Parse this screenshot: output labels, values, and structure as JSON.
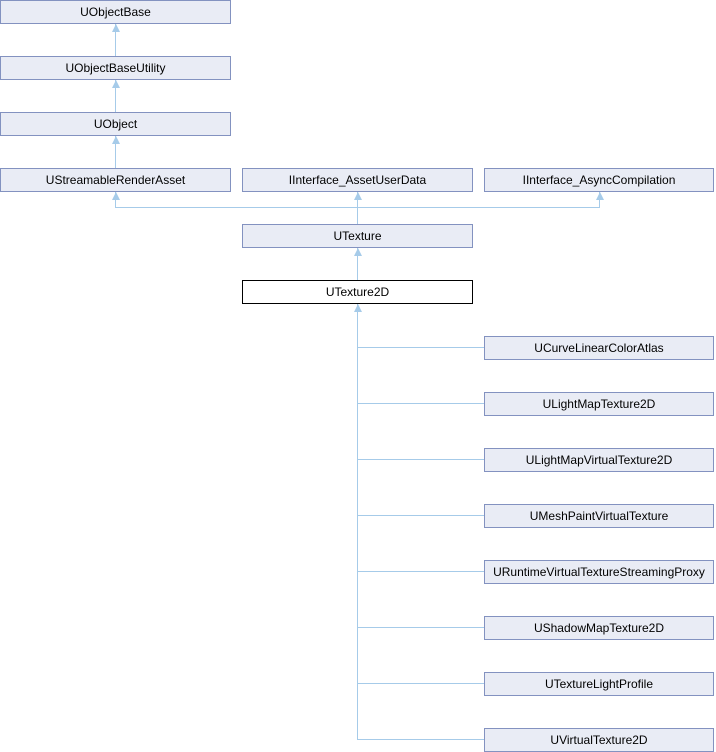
{
  "diagram": {
    "type": "class-inheritance",
    "current_class": "UTexture2D",
    "colors": {
      "node_fill": "#e9ecf5",
      "node_border": "#8392c0",
      "edge_line": "#a6cbe9",
      "current_node_fill": "#ffffff",
      "current_node_border": "#000000",
      "text": "#000000"
    },
    "nodes": [
      {
        "label": "UObjectBase"
      },
      {
        "label": "UObjectBaseUtility"
      },
      {
        "label": "UObject"
      },
      {
        "label": "UStreamableRenderAsset"
      },
      {
        "label": "IInterface_AssetUserData"
      },
      {
        "label": "IInterface_AsyncCompilation"
      },
      {
        "label": "UTexture"
      },
      {
        "label": "UTexture2D",
        "current": true
      },
      {
        "label": "UCurveLinearColorAtlas"
      },
      {
        "label": "ULightMapTexture2D"
      },
      {
        "label": "ULightMapVirtualTexture2D"
      },
      {
        "label": "UMeshPaintVirtualTexture"
      },
      {
        "label": "URuntimeVirtualTextureStreamingProxy"
      },
      {
        "label": "UShadowMapTexture2D"
      },
      {
        "label": "UTextureLightProfile"
      },
      {
        "label": "UVirtualTexture2D"
      }
    ],
    "edges": [
      {
        "from": "UObjectBaseUtility",
        "to": "UObjectBase"
      },
      {
        "from": "UObject",
        "to": "UObjectBaseUtility"
      },
      {
        "from": "UStreamableRenderAsset",
        "to": "UObject"
      },
      {
        "from": "UTexture",
        "to": "UStreamableRenderAsset"
      },
      {
        "from": "UTexture",
        "to": "IInterface_AssetUserData"
      },
      {
        "from": "UTexture",
        "to": "IInterface_AsyncCompilation"
      },
      {
        "from": "UTexture2D",
        "to": "UTexture"
      },
      {
        "from": "UCurveLinearColorAtlas",
        "to": "UTexture2D"
      },
      {
        "from": "ULightMapTexture2D",
        "to": "UTexture2D"
      },
      {
        "from": "ULightMapVirtualTexture2D",
        "to": "UTexture2D"
      },
      {
        "from": "UMeshPaintVirtualTexture",
        "to": "UTexture2D"
      },
      {
        "from": "URuntimeVirtualTextureStreamingProxy",
        "to": "UTexture2D"
      },
      {
        "from": "UShadowMapTexture2D",
        "to": "UTexture2D"
      },
      {
        "from": "UTextureLightProfile",
        "to": "UTexture2D"
      },
      {
        "from": "UVirtualTexture2D",
        "to": "UTexture2D"
      }
    ]
  }
}
